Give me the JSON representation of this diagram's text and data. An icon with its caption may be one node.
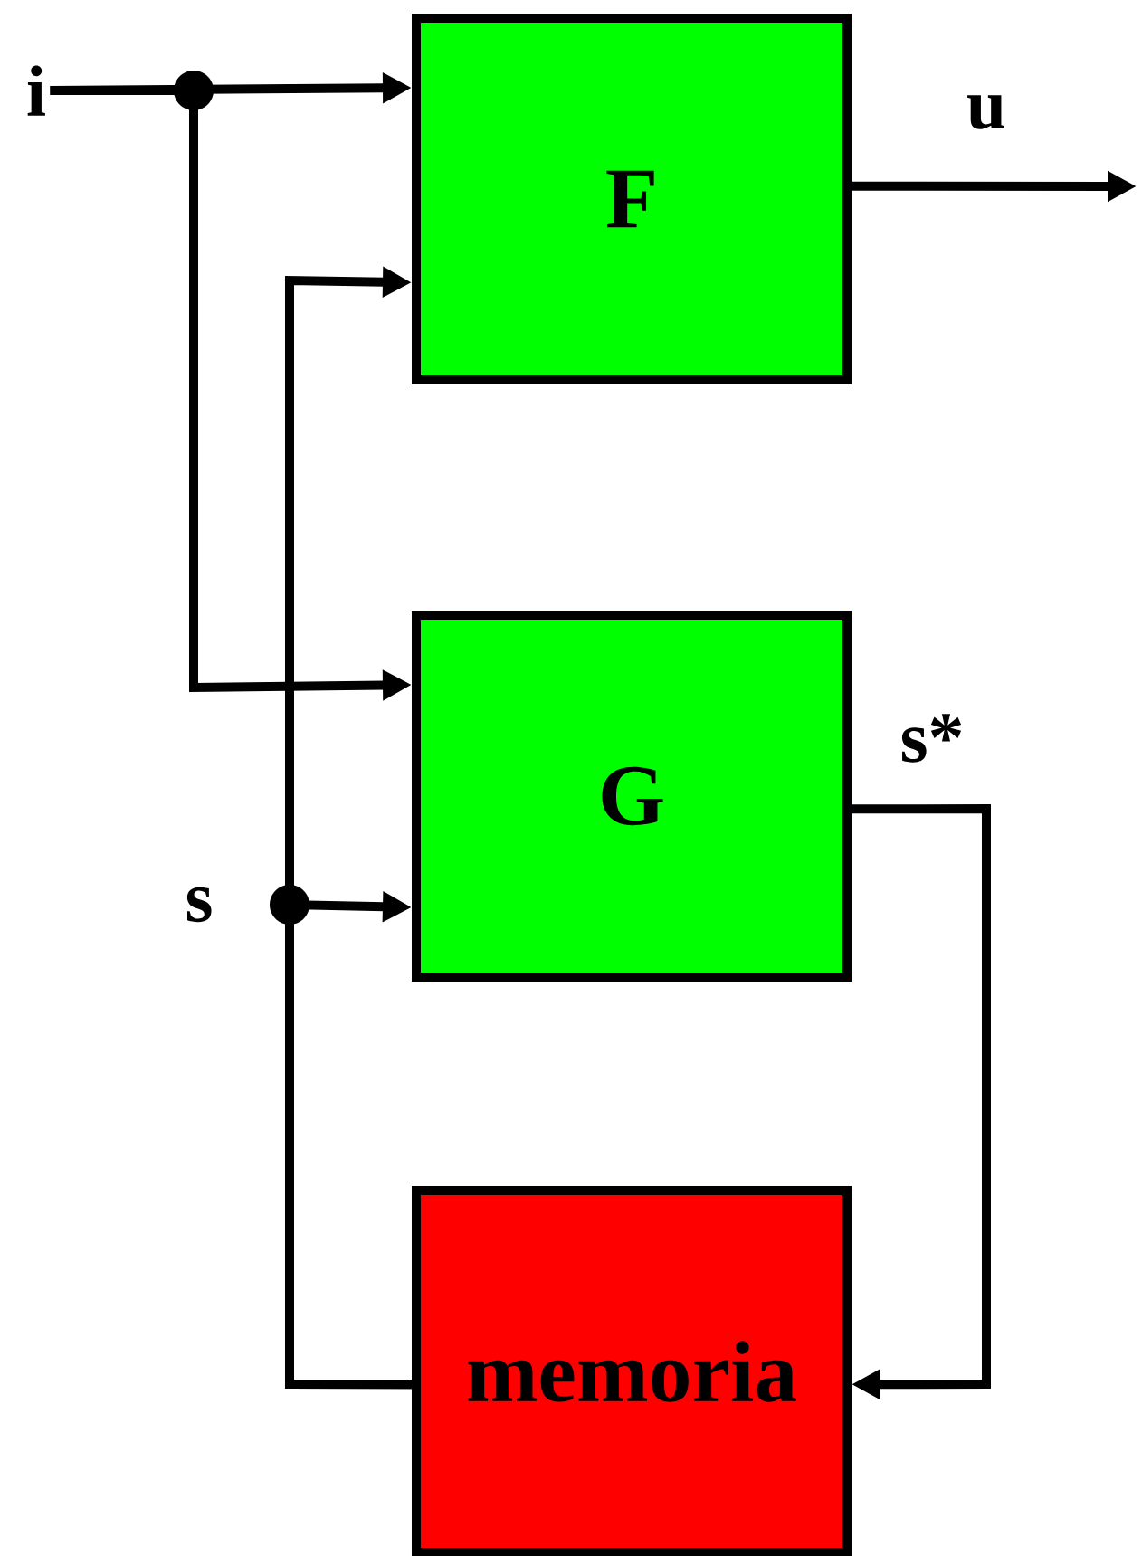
{
  "diagram": {
    "nodes": [
      {
        "text": [
          "i"
        ]
      },
      {
        "text": [
          "F"
        ]
      },
      {
        "text": [
          "G"
        ]
      },
      {
        "text": [
          "memoria"
        ]
      }
    ],
    "edges": [
      {
        "from": 0,
        "to": 1,
        "arrow": "to"
      },
      {
        "from": 0,
        "to": 2,
        "arrow": "to"
      },
      {
        "from": 1,
        "to": null,
        "arrow": "to",
        "label": "u"
      },
      {
        "from": 3,
        "to": 1,
        "arrow": "to"
      },
      {
        "from": 3,
        "to": 2,
        "arrow": "to",
        "label": "s"
      },
      {
        "from": 2,
        "to": 3,
        "arrow": "to",
        "label": "s*"
      }
    ]
  }
}
